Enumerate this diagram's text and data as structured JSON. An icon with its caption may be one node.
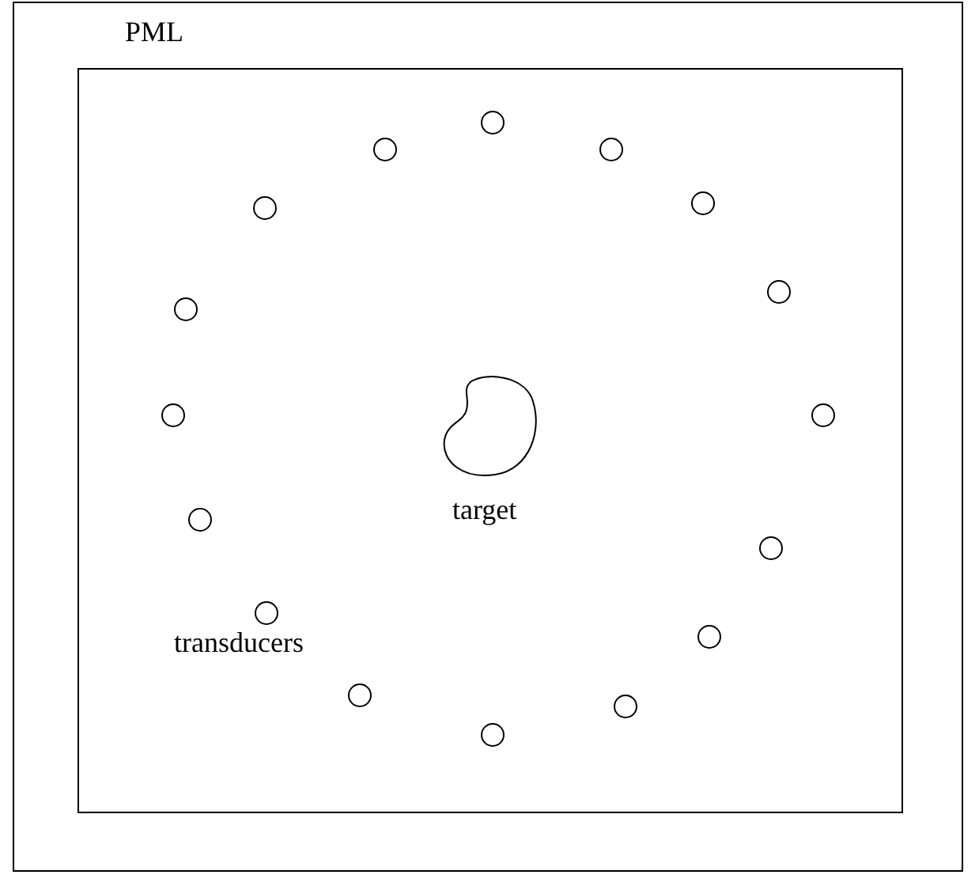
{
  "diagram": {
    "nodes": [
      {
        "text": [
          "PML"
        ]
      },
      {
        "text": [],
        "shape": "box",
        "in": 0
      },
      {
        "text": [
          "target"
        ],
        "in": 1
      },
      {
        "text": [],
        "shape": "circle",
        "in": 1
      },
      {
        "text": [],
        "shape": "circle",
        "in": 1
      },
      {
        "text": [],
        "shape": "circle",
        "in": 1
      },
      {
        "text": [],
        "shape": "circle",
        "in": 1
      },
      {
        "text": [],
        "shape": "circle",
        "in": 1
      },
      {
        "text": [],
        "shape": "circle",
        "in": 1
      },
      {
        "text": [],
        "shape": "circle",
        "in": 1
      },
      {
        "text": [],
        "shape": "circle",
        "in": 1
      },
      {
        "text": [],
        "shape": "circle",
        "in": 1
      },
      {
        "text": [],
        "shape": "circle",
        "in": 1
      },
      {
        "text": [],
        "shape": "circle",
        "in": 1
      },
      {
        "text": [],
        "shape": "circle",
        "in": 1
      },
      {
        "text": [],
        "shape": "circle",
        "in": 1
      },
      {
        "text": [],
        "shape": "circle",
        "in": 1
      },
      {
        "text": [],
        "shape": "circle",
        "in": 1
      },
      {
        "text": [],
        "shape": "circle",
        "in": 1
      }
    ],
    "labels": [
      "transducers"
    ]
  }
}
